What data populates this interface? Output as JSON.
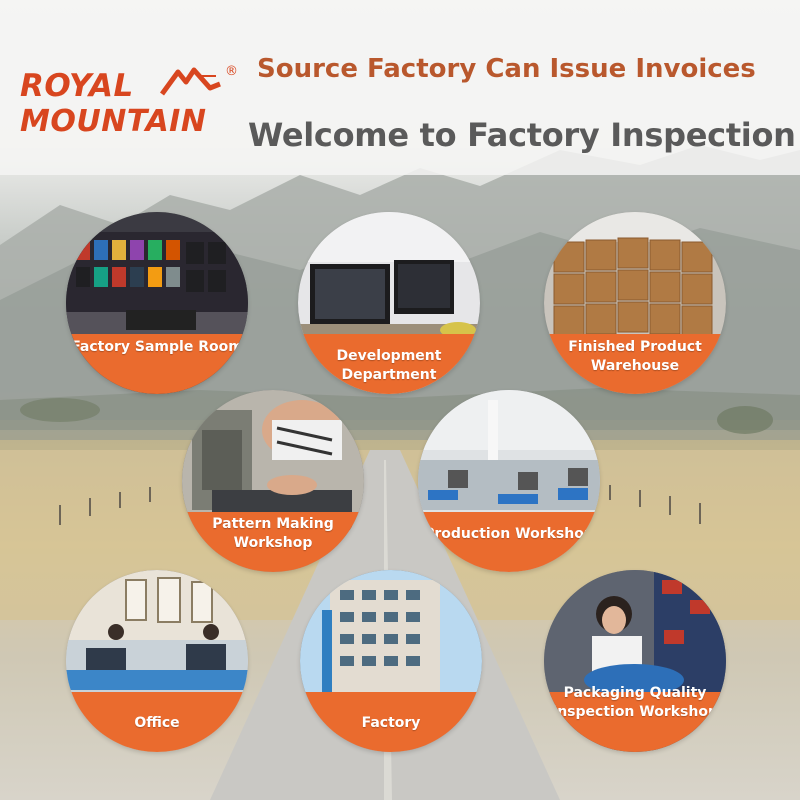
{
  "brand": {
    "line1": "ROYAL",
    "line2": "MOUNTAIN",
    "registered": "®",
    "color": "#d8461f"
  },
  "headline": "Source Factory Can Issue Invoices",
  "subheadline": "Welcome to Factory Inspection",
  "colors": {
    "headline": "#b9582d",
    "subheadline": "#5a5a5a",
    "band": "#ea6b2e"
  },
  "sections": [
    {
      "label": "Factory Sample Room"
    },
    {
      "label": "Development Department"
    },
    {
      "label": "Finished Product Warehouse"
    },
    {
      "label": "Pattern Making Workshop"
    },
    {
      "label": "Production Workshop"
    },
    {
      "label": "Office"
    },
    {
      "label": "Factory"
    },
    {
      "label": "Packaging Quality Inspection Workshop"
    }
  ]
}
